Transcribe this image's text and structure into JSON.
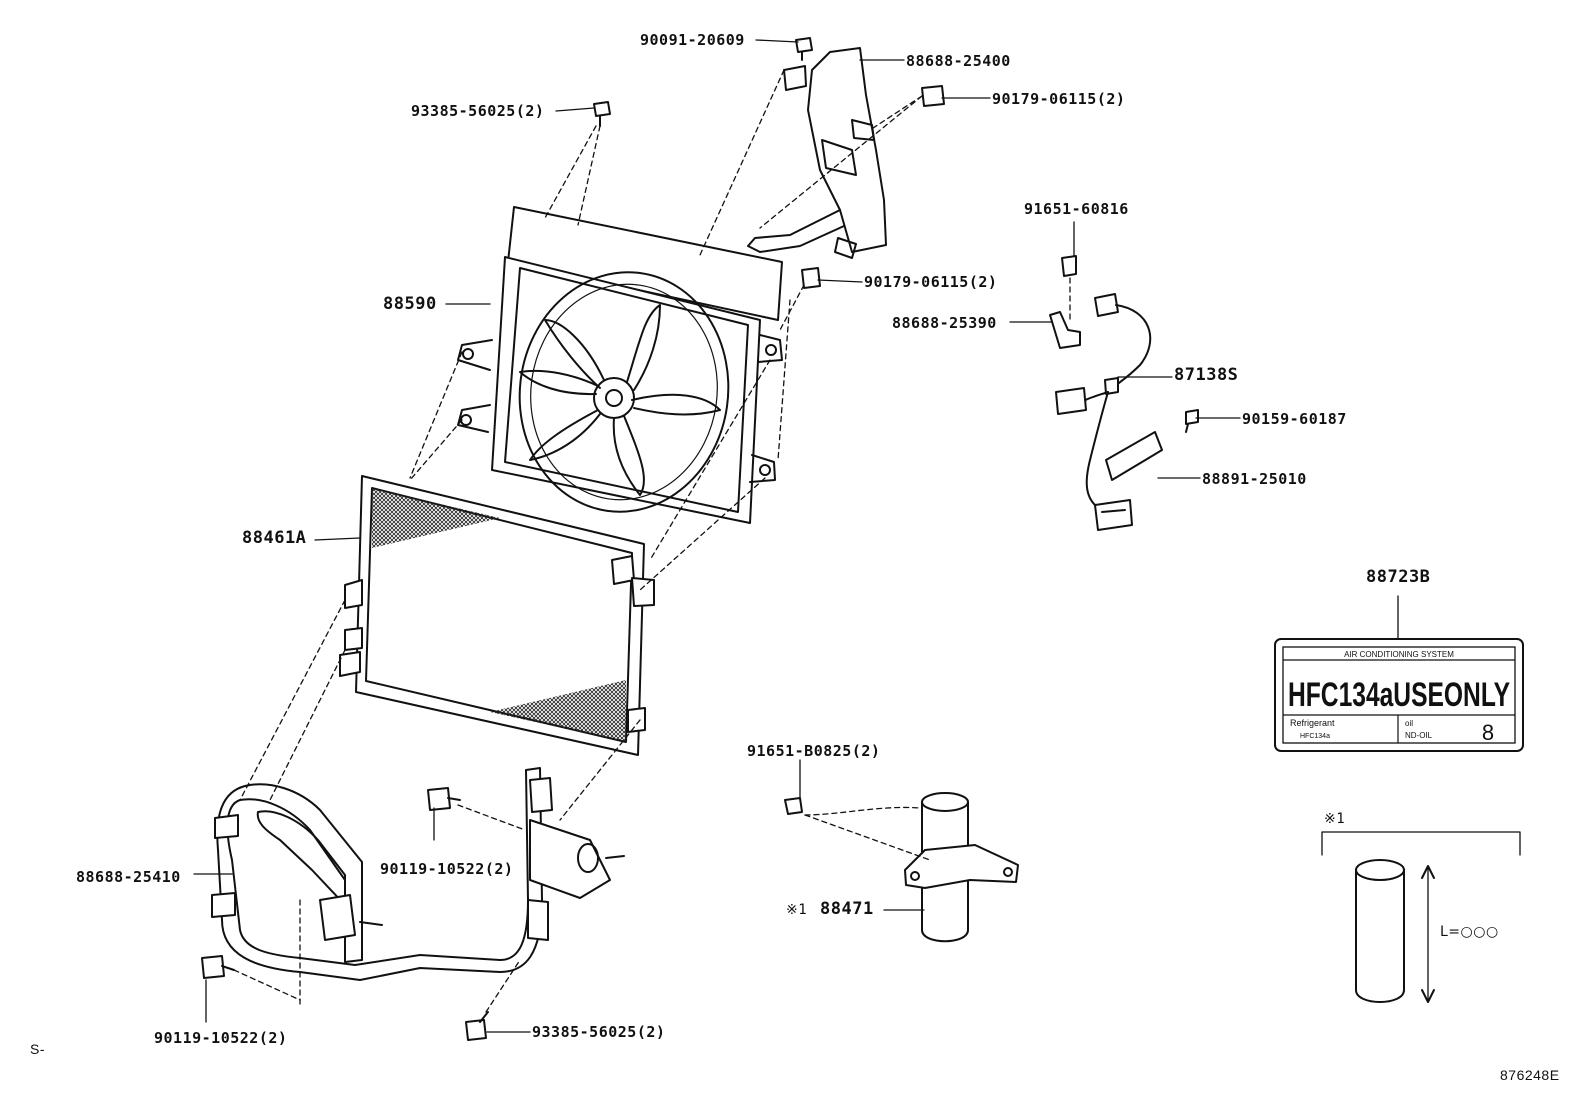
{
  "parts": {
    "p_90091_20609": "90091-20609",
    "p_88688_25400": "88688-25400",
    "p_93385_top": "93385-56025(2)",
    "p_90179_a": "90179-06115(2)",
    "p_91651_60816": "91651-60816",
    "p_88590": "88590",
    "p_90179_b": "90179-06115(2)",
    "p_88688_25390": "88688-25390",
    "p_87138S": "87138S",
    "p_90159_60187": "90159-60187",
    "p_88891_25010": "88891-25010",
    "p_88461A": "88461A",
    "p_88723B": "88723B",
    "p_91651_B0825": "91651-B0825(2)",
    "p_90119_mid": "90119-10522(2)",
    "p_88688_25410": "88688-25410",
    "p_88471_mark": "※1",
    "p_88471": "88471",
    "p_90119_bot": "90119-10522(2)",
    "p_93385_bot": "93385-56025(2)"
  },
  "label_plate": {
    "header": "AIR CONDITIONING SYSTEM",
    "main": "HFC134aUSEONLY",
    "refrigerant_label": "Refrigerant",
    "refrigerant_value": "HFC134a",
    "oil_label": "oil",
    "oil_value": "ND-OIL",
    "number": "8"
  },
  "detail": {
    "mark": "※1",
    "length": "L=○○○"
  },
  "footer": {
    "corner_mark": "S-",
    "diagram_id": "876248E"
  }
}
